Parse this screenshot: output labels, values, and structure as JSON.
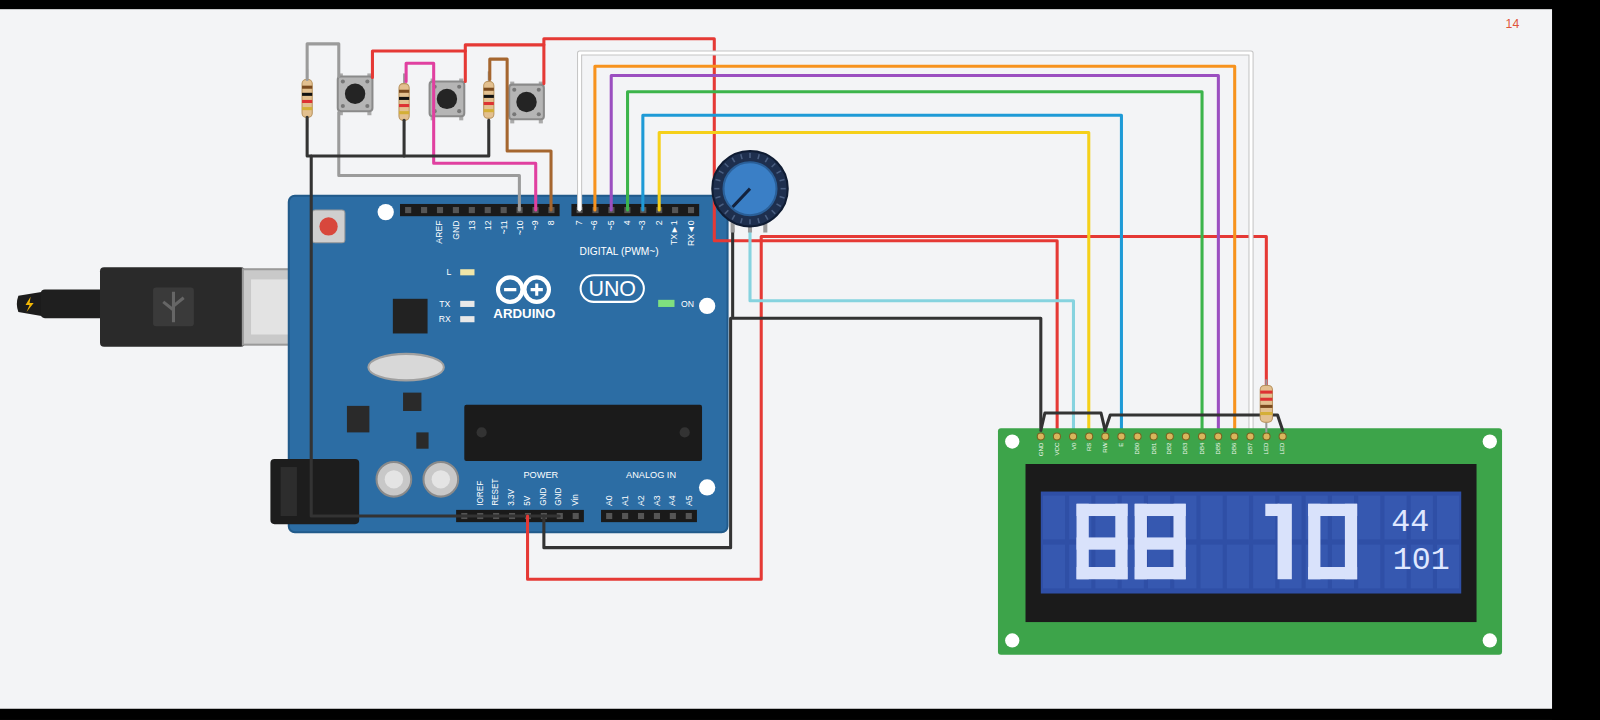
{
  "diagram": {
    "nodes": [
      {
        "text": [
          "UNO"
        ]
      }
    ],
    "labels": [
      "AREF",
      "GND",
      "13",
      "12",
      "~11",
      "~10",
      "~9",
      "8",
      "7",
      "~6",
      "~5",
      "4",
      "~3",
      "2",
      "TX►1",
      "RX◄0",
      "DIGITAL (PWM~)",
      "L",
      "TX",
      "RX",
      "ARDUINO",
      "ON",
      "IOREF",
      "RESET",
      "3.3V",
      "5V",
      "GND",
      "GND",
      "Vin",
      "POWER",
      "ANALOG IN",
      "A0",
      "A1",
      "A2",
      "A3",
      "A4",
      "A5",
      "GND",
      "VCC",
      "V0",
      "RS",
      "RW",
      "E",
      "DB0",
      "DB1",
      "DB2",
      "DB3",
      "DB4",
      "DB5",
      "DB6",
      "DB7",
      "LED",
      "LED",
      "44",
      "101",
      "14"
    ]
  }
}
